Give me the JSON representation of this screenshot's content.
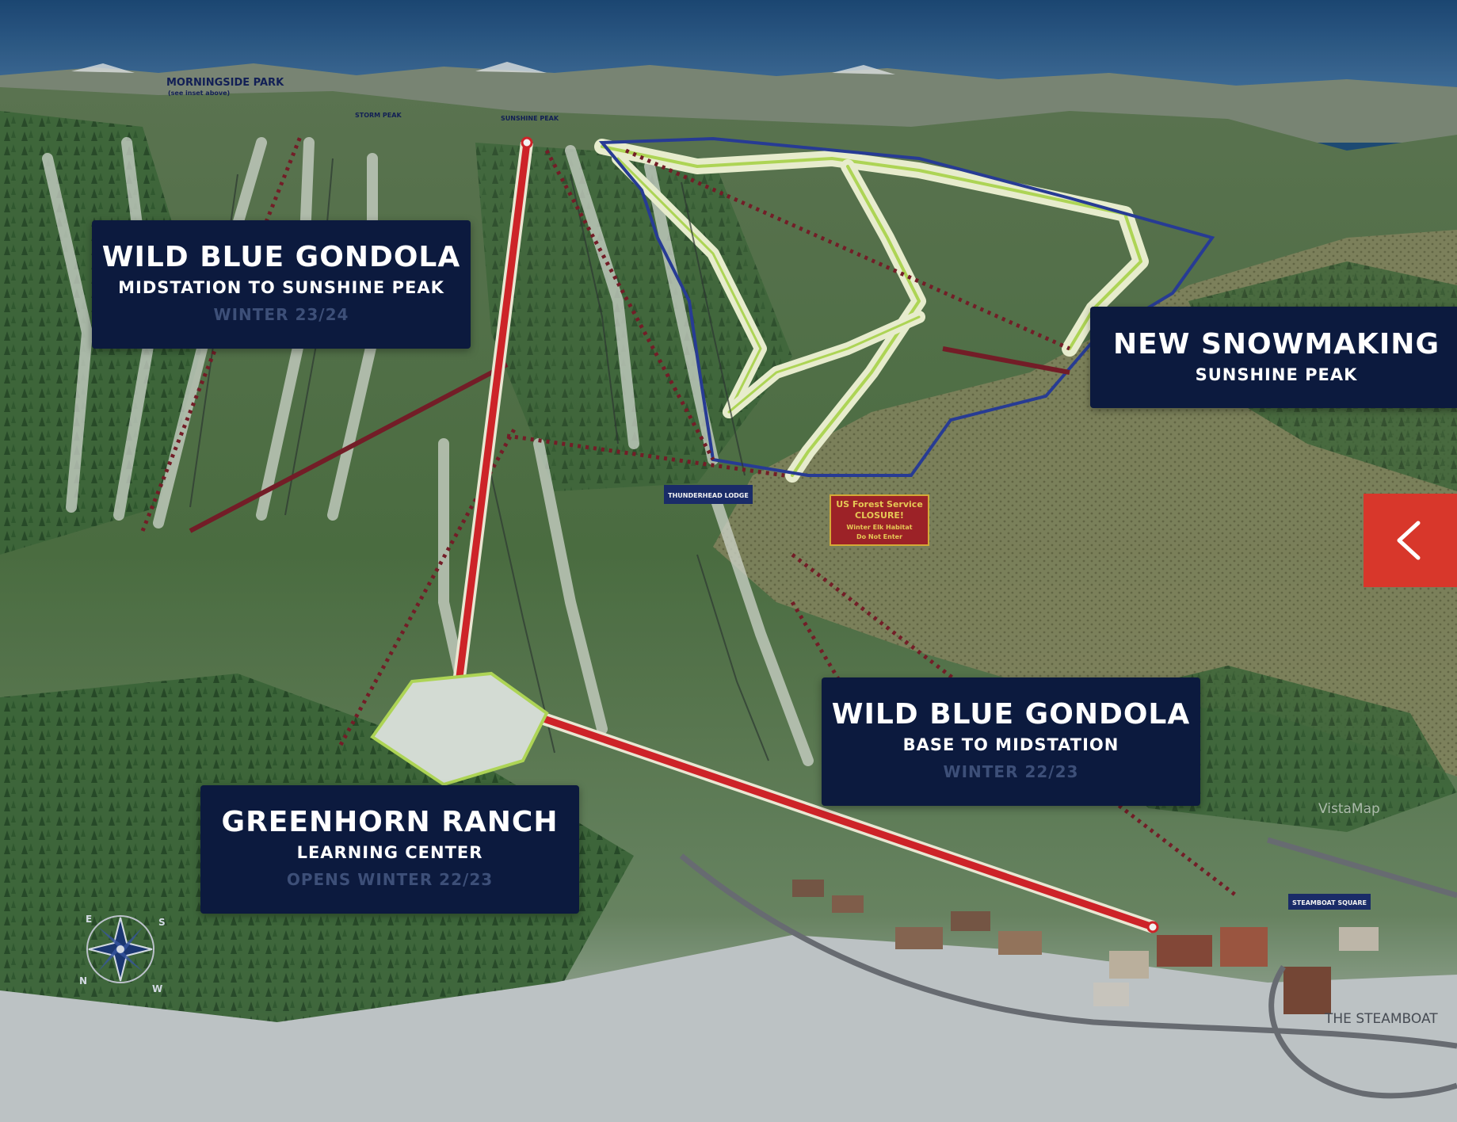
{
  "map": {
    "top_label": "MORNINGSIDE PARK",
    "top_sublabel": "(see inset above)",
    "peak_label": "SUNSHINE PEAK",
    "storm_peak_label": "STORM PEAK",
    "lodge_label": "THUNDERHEAD LODGE",
    "closure_sign": [
      "US Forest Service",
      "CLOSURE!",
      "Winter Elk Habitat",
      "Do Not Enter"
    ],
    "watermark": "VistaMap",
    "base_label": "THE STEAMBOAT",
    "square_label": "STEAMBOAT SQUARE",
    "compass_letters": [
      "E",
      "S",
      "N",
      "W"
    ],
    "colors": {
      "gondola_line": "#d9252b",
      "callout_bg": "#0c1a3e",
      "button_bg": "#d8372b",
      "sky": "#2b5f8e",
      "snowmaking_outline": "#f4f9d8",
      "boundary": "#2a3f9c"
    }
  },
  "callouts": {
    "gondola_upper": {
      "title": "WILD BLUE GONDOLA",
      "subtitle": "MIDSTATION TO SUNSHINE PEAK",
      "season": "WINTER 23/24"
    },
    "snowmaking": {
      "title": "NEW SNOWMAKING",
      "subtitle": "SUNSHINE PEAK"
    },
    "gondola_lower": {
      "title": "WILD BLUE GONDOLA",
      "subtitle": "BASE TO MIDSTATION",
      "season": "WINTER 22/23"
    },
    "greenhorn": {
      "title": "GREENHORN RANCH",
      "subtitle": "LEARNING CENTER",
      "season": "OPENS WINTER 22/23"
    }
  },
  "controls": {
    "back_icon": "chevron-left-icon"
  }
}
